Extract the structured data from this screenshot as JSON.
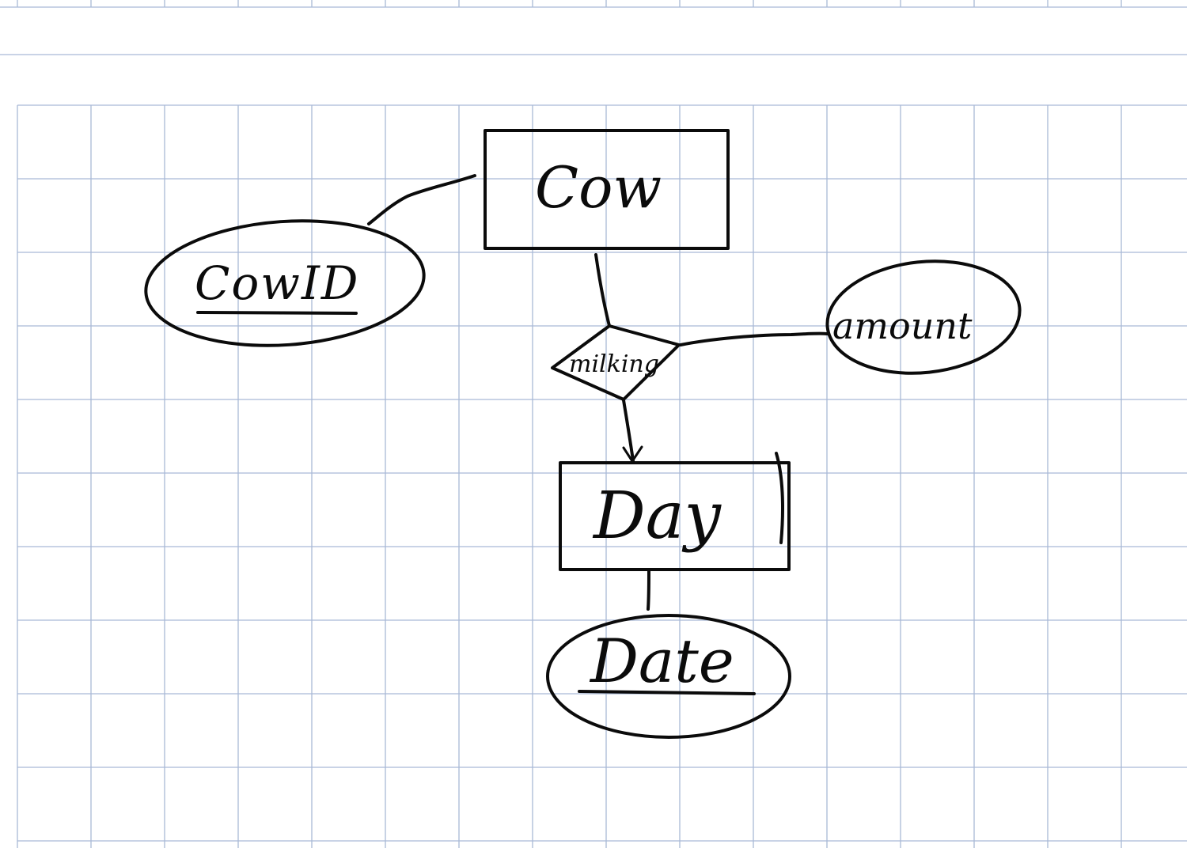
{
  "diagram": {
    "entities": [
      {
        "id": "cow",
        "label": "Cow",
        "weak": false
      },
      {
        "id": "day",
        "label": "Day",
        "weak": true
      }
    ],
    "relationships": [
      {
        "id": "milking",
        "label": "milking"
      }
    ],
    "attributes": [
      {
        "id": "cowid",
        "label": "CowID",
        "owner": "cow",
        "key": true
      },
      {
        "id": "amount",
        "label": "amount",
        "owner": "milking",
        "key": false
      },
      {
        "id": "date",
        "label": "Date",
        "owner": "day",
        "key": true
      }
    ],
    "connections": [
      {
        "from": "cowid",
        "to": "cow",
        "arrow": false
      },
      {
        "from": "cow",
        "to": "milking",
        "arrow": false
      },
      {
        "from": "milking",
        "to": "amount",
        "arrow": false
      },
      {
        "from": "milking",
        "to": "day",
        "arrow": true
      },
      {
        "from": "day",
        "to": "date",
        "arrow": false
      }
    ],
    "ink_color": "#0b0b0b",
    "grid_color": "#a9b9d6",
    "background": "#ffffff"
  }
}
